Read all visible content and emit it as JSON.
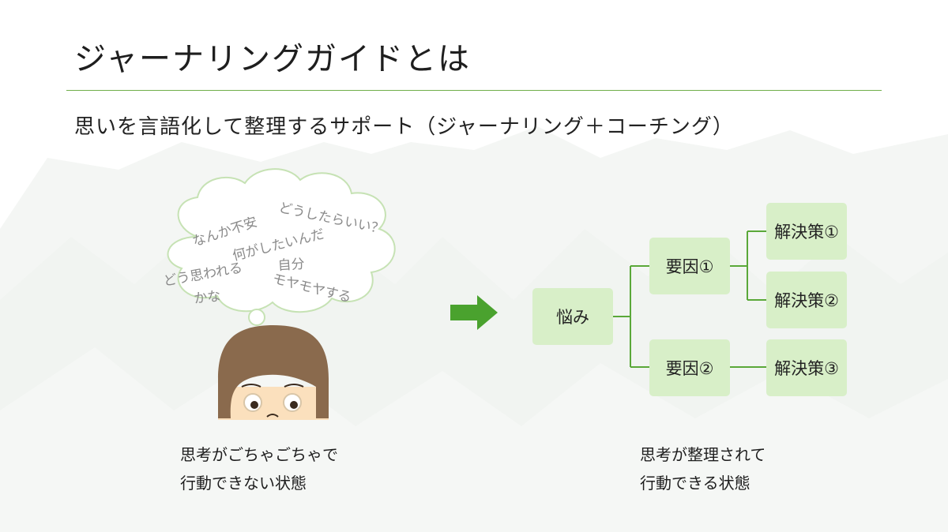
{
  "slide": {
    "title": "ジャーナリングガイドとは",
    "subtitle": "思いを言語化して整理するサポート（ジャーナリング＋コーチング）"
  },
  "left": {
    "thoughts": [
      "なんか不安",
      "どうしたらいい？",
      "何がしたいんだ",
      "自分",
      "どう思われる",
      "かな",
      "モヤモヤする"
    ],
    "caption_line1": "思考がごちゃごちゃで",
    "caption_line2": "行動できない状態"
  },
  "right": {
    "root": "悩み",
    "causes": [
      "要因①",
      "要因②"
    ],
    "solutions": [
      "解決策①",
      "解決策②",
      "解決策③"
    ],
    "caption_line1": "思考が整理されて",
    "caption_line2": "行動できる状態"
  },
  "colors": {
    "accent": "#4aa22e",
    "box": "#d8efc8",
    "line": "#5aa839",
    "rule": "#6fae4a"
  }
}
